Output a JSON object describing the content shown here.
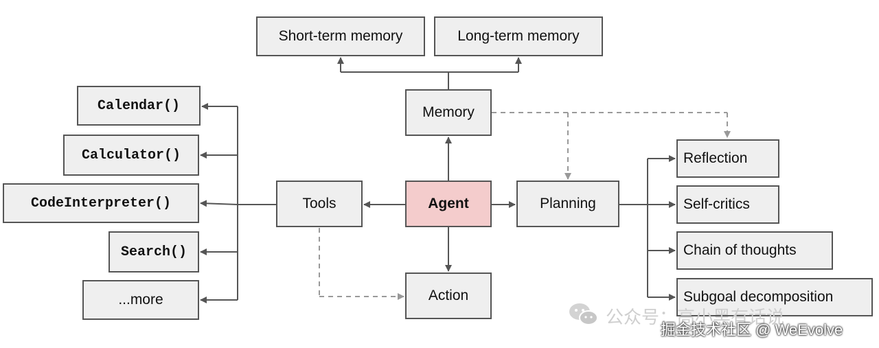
{
  "nodes": {
    "short_term_memory": "Short-term memory",
    "long_term_memory": "Long-term memory",
    "memory": "Memory",
    "agent": "Agent",
    "tools": "Tools",
    "planning": "Planning",
    "action": "Action",
    "calendar": "Calendar()",
    "calculator": "Calculator()",
    "code_interpreter": "CodeInterpreter()",
    "search": "Search()",
    "more": "...more",
    "reflection": "Reflection",
    "self_critics": "Self-critics",
    "chain_of_thoughts": "Chain of thoughts",
    "subgoal_decomposition": "Subgoal decomposition"
  },
  "watermark": {
    "line1": "公众号：高小黑有话说",
    "line2": "掘金技术社区 @ WeEvolve",
    "icon": "wechat-icon"
  },
  "colors": {
    "agent_fill": "#f4cccc",
    "node_fill": "#efefef",
    "border": "#555555",
    "dashed": "#999999"
  }
}
